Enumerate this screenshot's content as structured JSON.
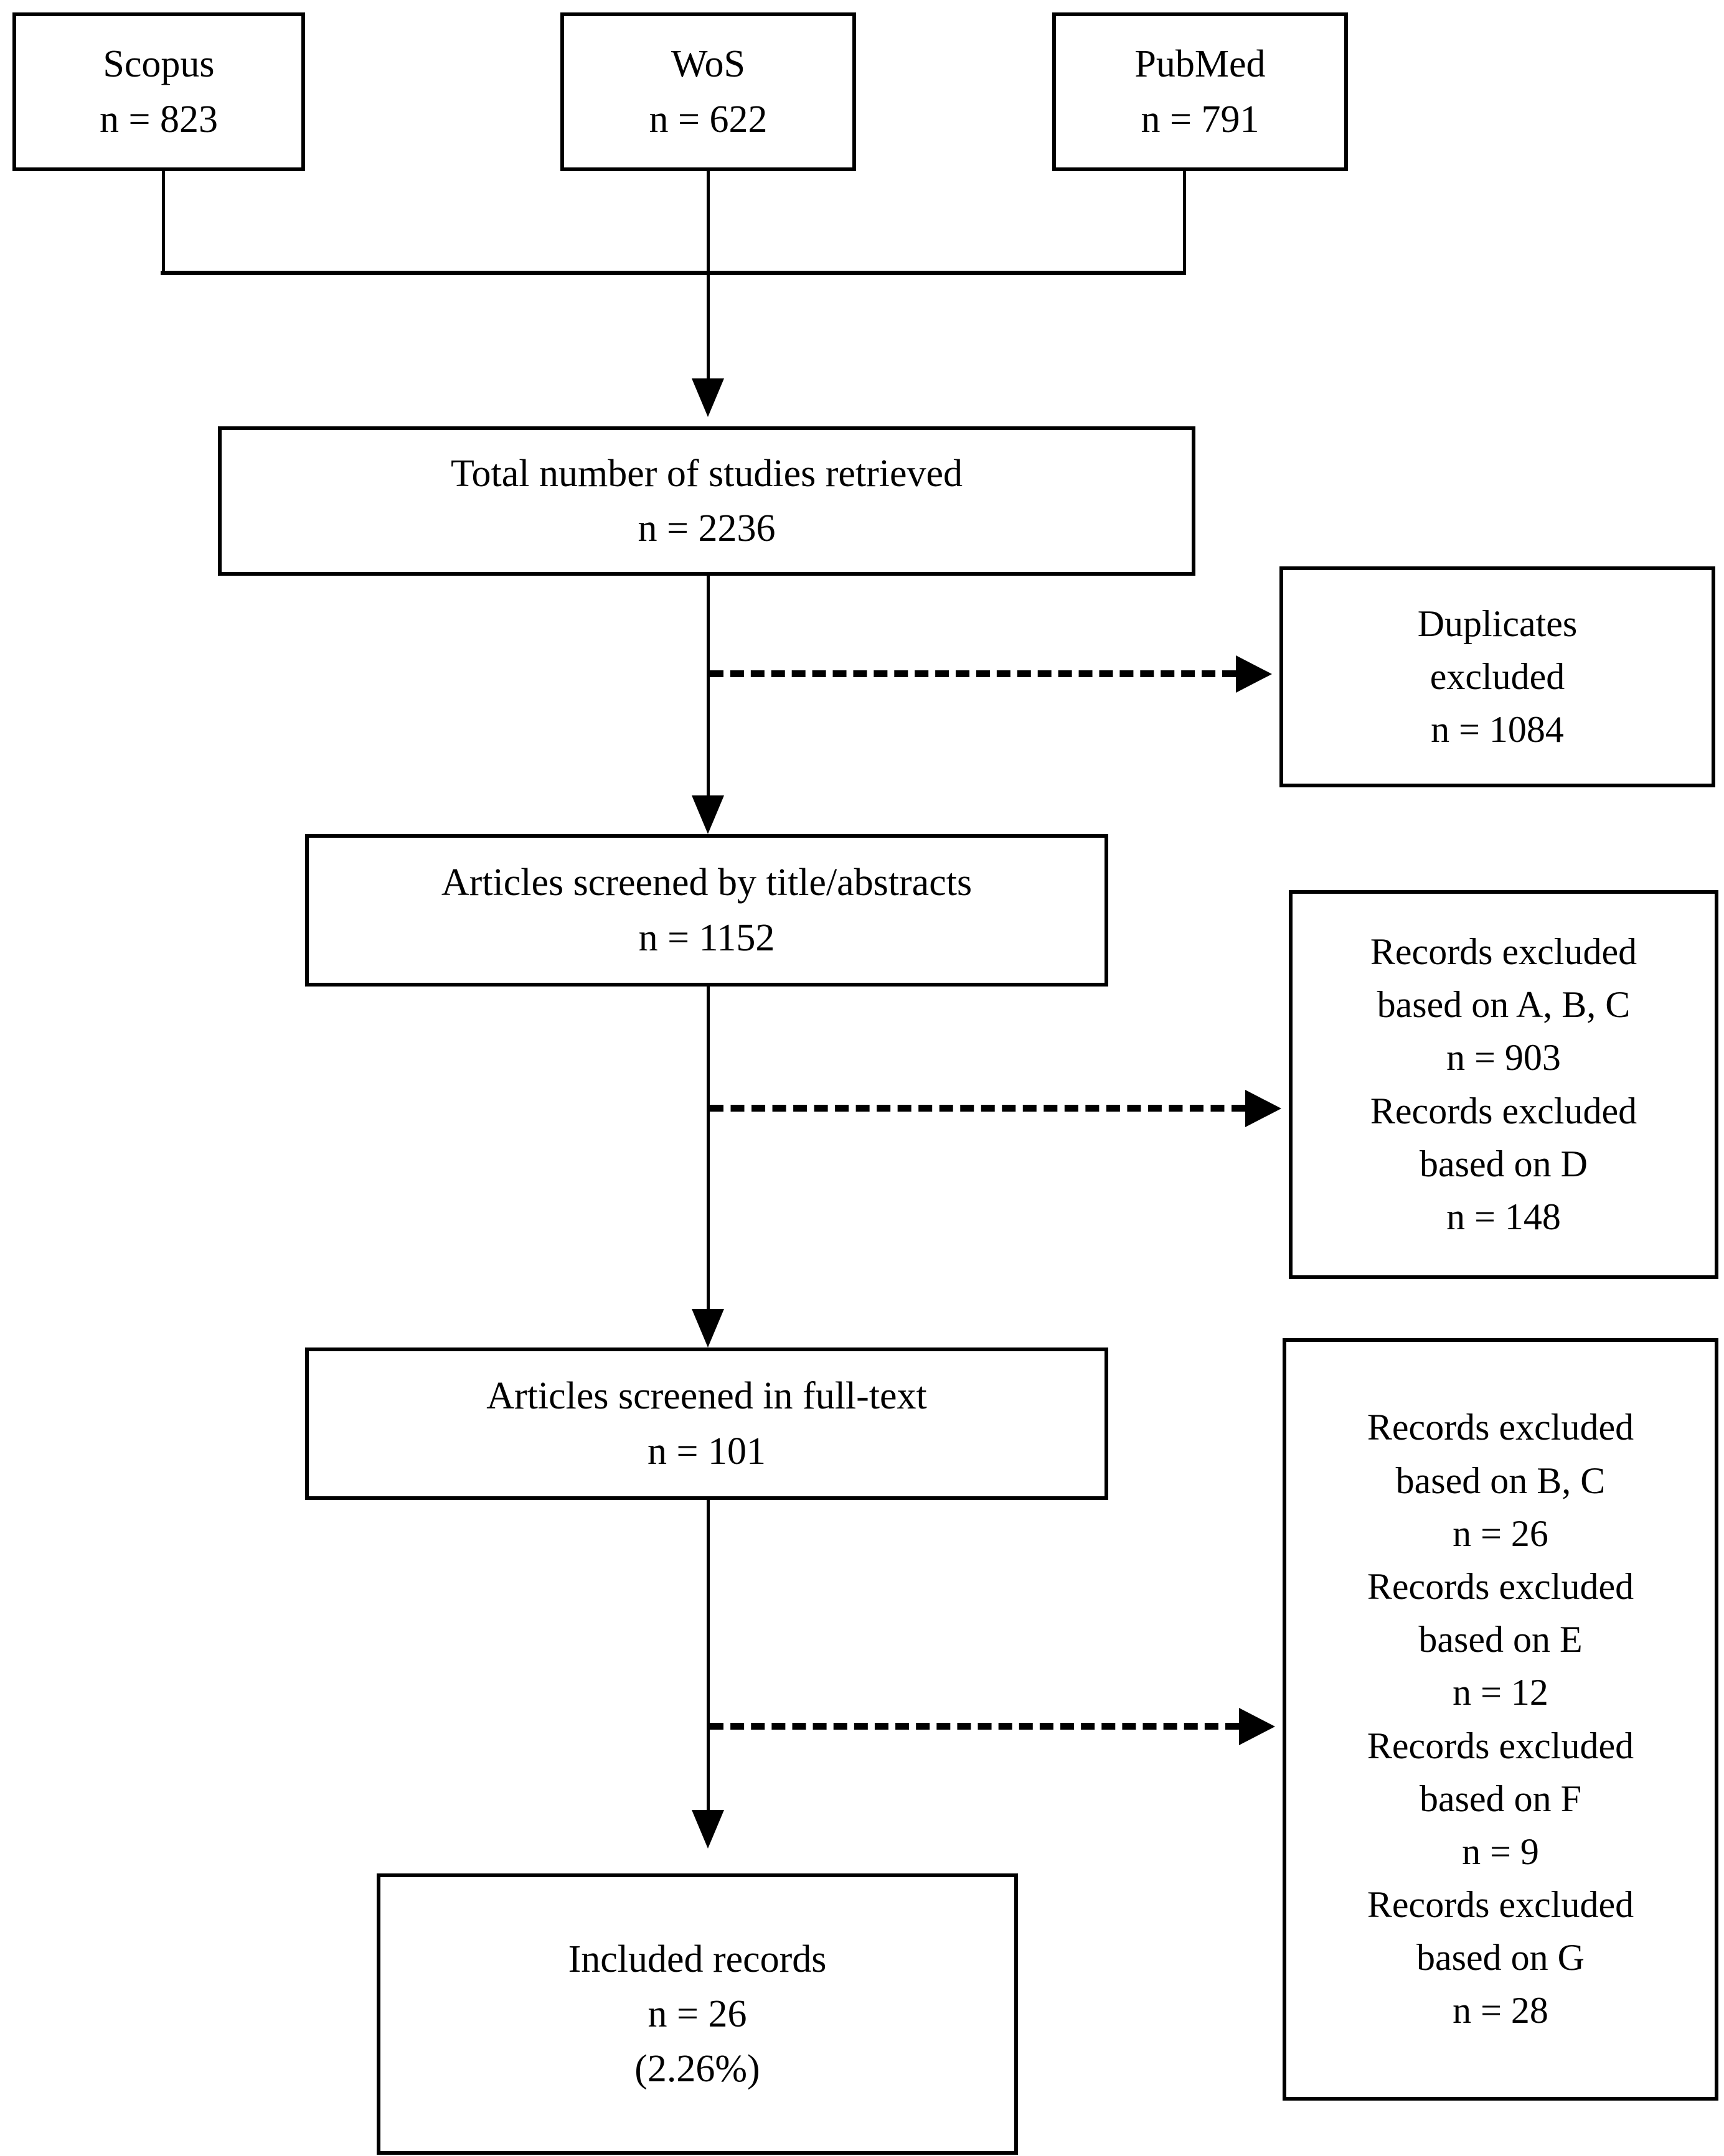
{
  "diagram": {
    "title": "PRISMA study selection flow diagram",
    "type": "flowchart",
    "colors": {
      "stroke": "#000000",
      "fill": "#ffffff",
      "text": "#000000"
    },
    "sources": [
      {
        "name": "Scopus",
        "label": "Scopus",
        "count_label": "n = 823",
        "count": 823
      },
      {
        "name": "WoS",
        "label": "WoS",
        "count_label": "n = 622",
        "count": 622
      },
      {
        "name": "PubMed",
        "label": "PubMed",
        "count_label": "n = 791",
        "count": 791
      }
    ],
    "stages": {
      "retrieved": {
        "label": "Total number of studies retrieved",
        "count_label": "n = 2236",
        "count": 2236
      },
      "screened_titles": {
        "label": "Articles screened by title/abstracts",
        "count_label": "n = 1152",
        "count": 1152
      },
      "screened_fulltext": {
        "label": "Articles screened in full-text",
        "count_label": "n = 101",
        "count": 101
      },
      "included": {
        "label": "Included records",
        "count_label": "n = 26",
        "count": 26,
        "percent_label": "(2.26%)",
        "percent": 2.26
      }
    },
    "exclusions": {
      "duplicates": {
        "line1": "Duplicates",
        "line2": "excluded",
        "count_label": "n = 1084",
        "count": 1084
      },
      "after_titles": {
        "items": [
          {
            "line1": "Records excluded",
            "line2": "based on A, B, C",
            "count_label": "n = 903",
            "count": 903
          },
          {
            "line1": "Records excluded",
            "line2": "based on D",
            "count_label": "n = 148",
            "count": 148
          }
        ]
      },
      "after_fulltext": {
        "items": [
          {
            "line1": "Records excluded",
            "line2": "based on B, C",
            "count_label": "n = 26",
            "count": 26
          },
          {
            "line1": "Records excluded",
            "line2": "based on E",
            "count_label": "n = 12",
            "count": 12
          },
          {
            "line1": "Records excluded",
            "line2": "based on F",
            "count_label": "n = 9",
            "count": 9
          },
          {
            "line1": "Records excluded",
            "line2": "based on G",
            "count_label": "n = 28",
            "count": 28
          }
        ]
      }
    }
  }
}
